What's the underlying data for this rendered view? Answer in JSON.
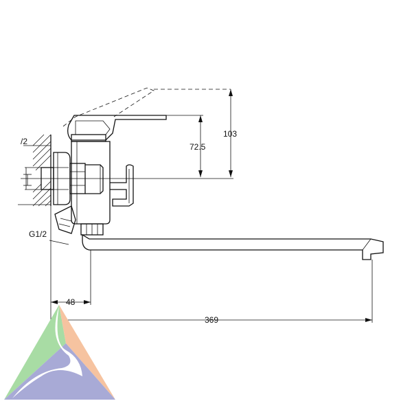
{
  "drawing": {
    "dimensions": {
      "handle_height": "103",
      "spout_height": "72.5",
      "inlet_offset": "48",
      "spout_reach": "369",
      "thread_label": "G1/2",
      "wall_thread_fragment": "/2"
    },
    "logo": {
      "colors": {
        "green": "#a8dca4",
        "orange": "#f6c3a0",
        "blue": "#a8aad6",
        "white": "#ffffff"
      }
    }
  }
}
